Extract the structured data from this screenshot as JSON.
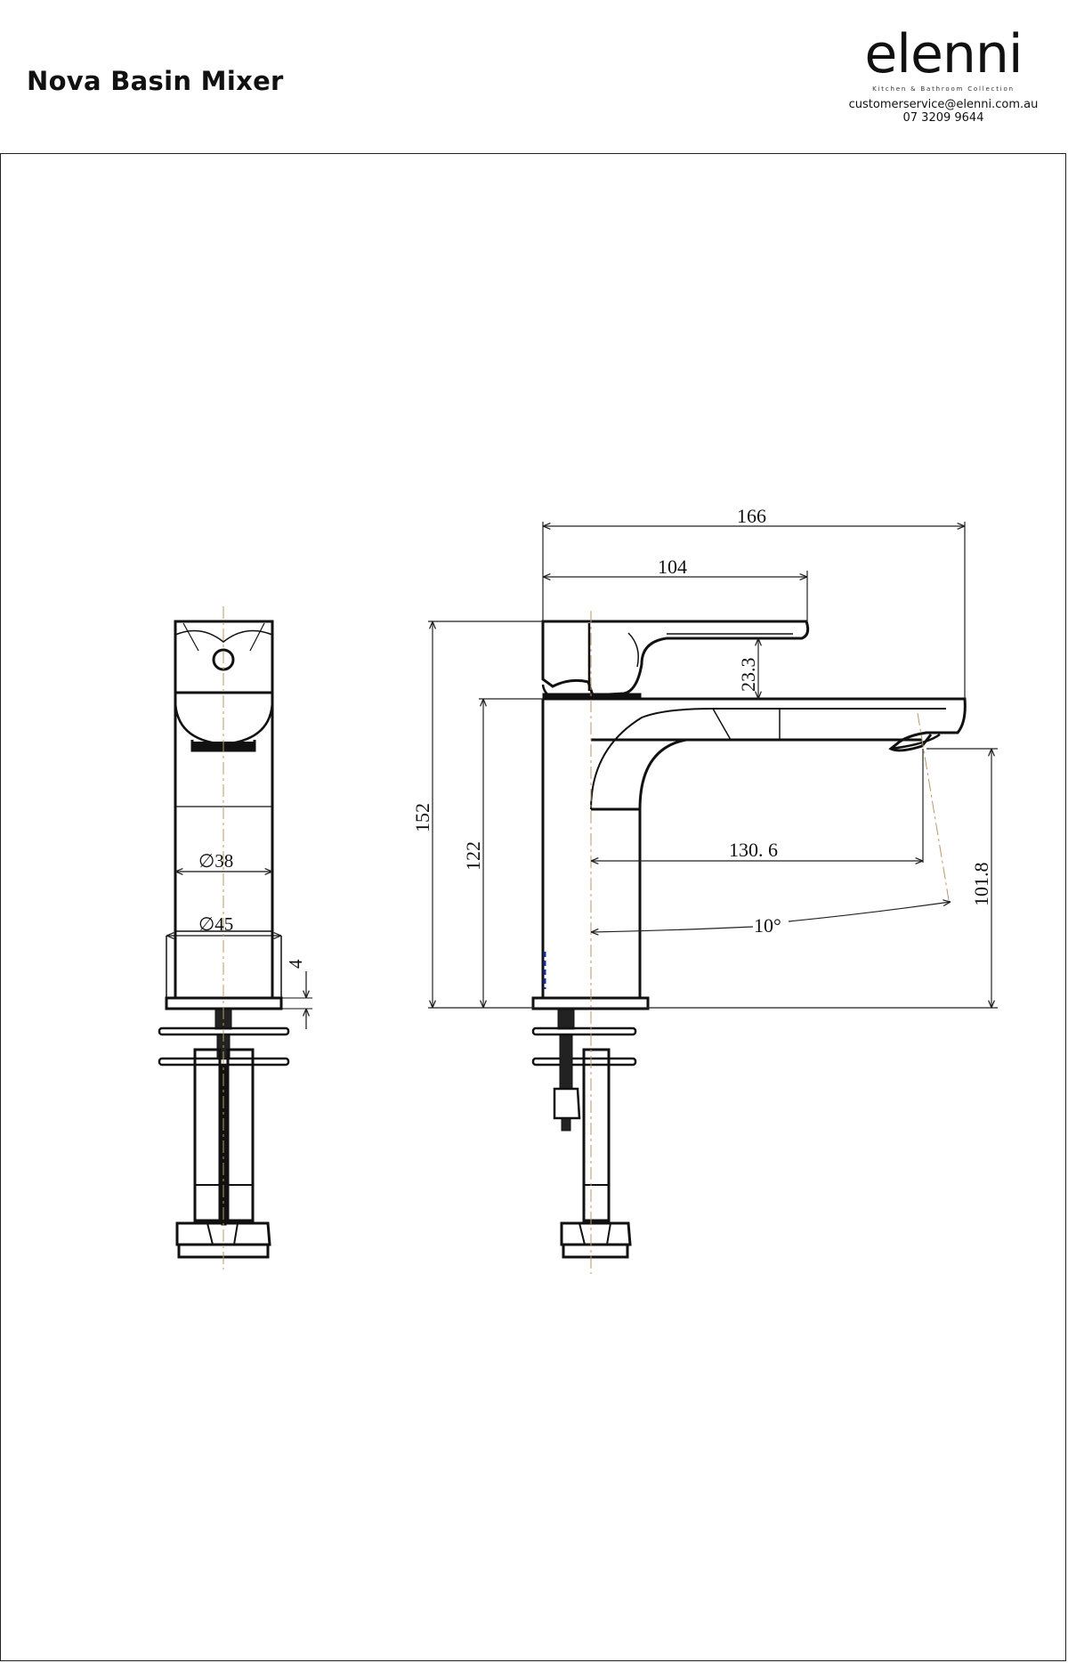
{
  "header": {
    "title": "Nova Basin Mixer",
    "brand_name": "elenni",
    "brand_tagline": "Kitchen &  Bathroom Collection",
    "email": "customerservice@elenni.com.au",
    "phone": "07 3209 9644"
  },
  "drawing": {
    "dimensions": {
      "overall_reach": "166",
      "handle_reach": "104",
      "handle_height": "23.3",
      "overall_height": "152",
      "body_height": "122",
      "spout_reach": "130. 6",
      "spout_clearance": "101.8",
      "spout_angle": "10°",
      "body_diameter": "∅38",
      "base_diameter": "∅45",
      "base_thickness": "4"
    }
  }
}
